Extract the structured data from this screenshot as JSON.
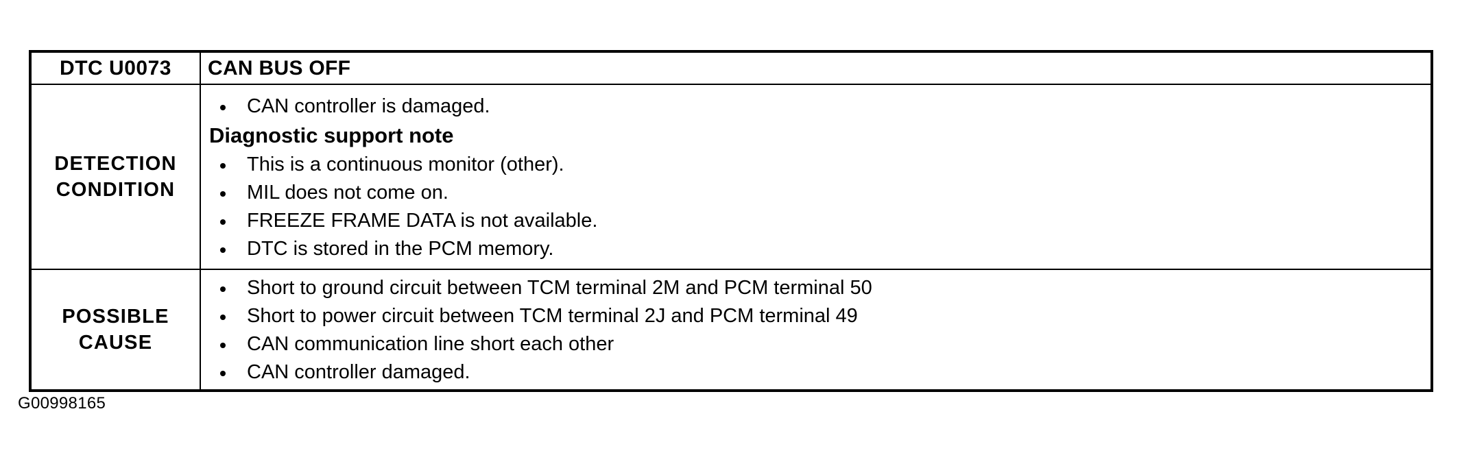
{
  "document": {
    "figure_id": "G00998165"
  },
  "table": {
    "header": {
      "code_label": "DTC U0073",
      "title": "CAN BUS OFF"
    },
    "rows": [
      {
        "label_lines": [
          "DETECTION",
          "CONDITION"
        ],
        "bullets_before_note": [
          "CAN controller is damaged."
        ],
        "note_heading": "Diagnostic support note",
        "bullets_after_note": [
          "This is a continuous monitor (other).",
          "MIL does not come on.",
          "FREEZE FRAME DATA is not available.",
          "DTC is stored in the PCM memory."
        ]
      },
      {
        "label_lines": [
          "POSSIBLE",
          "CAUSE"
        ],
        "bullets": [
          "Short to ground circuit between TCM terminal 2M and PCM terminal 50",
          "Short to power circuit between TCM terminal 2J and PCM terminal 49",
          "CAN communication line short each other",
          "CAN controller damaged."
        ]
      }
    ]
  },
  "colors": {
    "ink": "#000000",
    "paper": "#ffffff"
  }
}
